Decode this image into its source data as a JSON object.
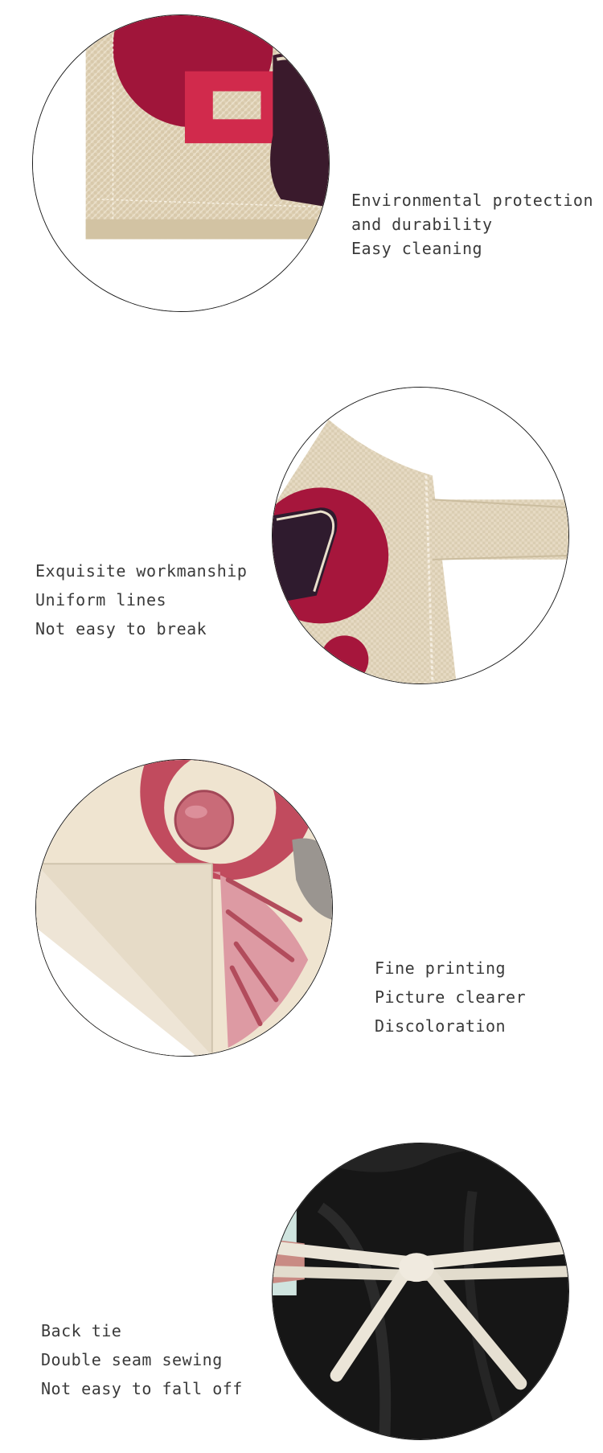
{
  "features": [
    {
      "caption_lines": [
        "Environmental protection",
        "and durability",
        "Easy cleaning"
      ],
      "image_icon": "linen-hem-closeup-icon"
    },
    {
      "caption_lines": [
        "Exquisite workmanship",
        "Uniform lines",
        "Not easy to break"
      ],
      "image_icon": "linen-strap-seam-closeup-icon"
    },
    {
      "caption_lines": [
        "Fine printing",
        "Picture clearer",
        "Discoloration"
      ],
      "image_icon": "printed-corner-closeup-icon"
    },
    {
      "caption_lines": [
        "Back tie",
        "Double seam sewing",
        "Not easy to fall off"
      ],
      "image_icon": "back-tie-bow-closeup-icon"
    }
  ],
  "colors": {
    "linen": "#e4d7bf",
    "crimson": "#a3163b",
    "plum": "#3a1a2c",
    "rose": "#c96b78",
    "black_fabric": "#151515",
    "cotton_tape": "#ece6d8"
  }
}
